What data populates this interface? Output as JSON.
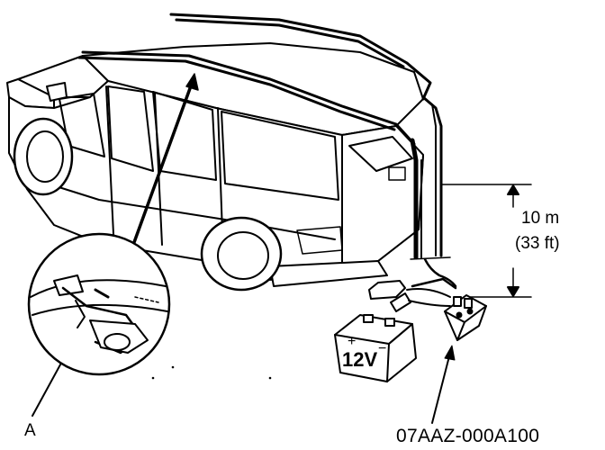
{
  "labels": {
    "height_metric": "10 m",
    "height_imperial": "(33 ft)",
    "callout": "A",
    "tool_part_number": "07AAZ-000A100",
    "battery_voltage": "12V"
  }
}
